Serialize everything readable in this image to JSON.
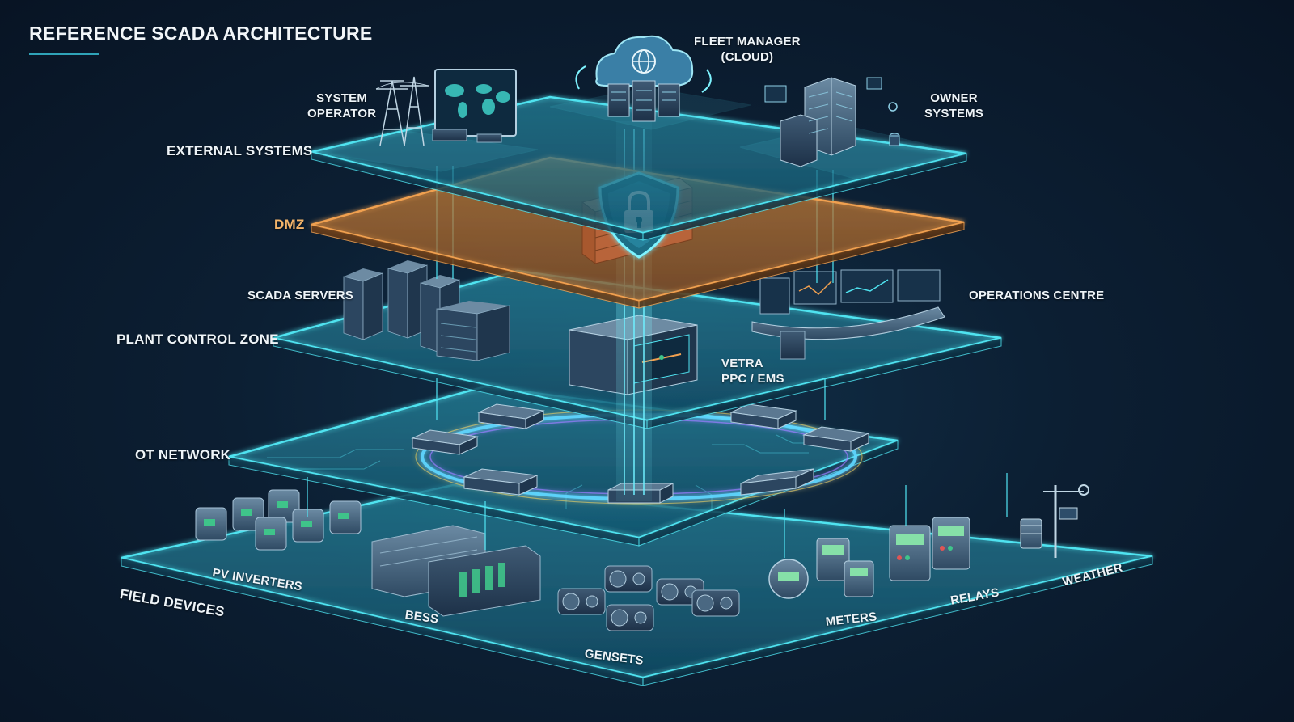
{
  "title": "REFERENCE SCADA ARCHITECTURE",
  "layers": {
    "external": "EXTERNAL SYSTEMS",
    "dmz": "DMZ",
    "plant": "PLANT CONTROL ZONE",
    "ot": "OT NETWORK",
    "field": "FIELD DEVICES"
  },
  "components": {
    "system_operator": [
      "SYSTEM",
      "OPERATOR"
    ],
    "fleet_manager": [
      "FLEET MANAGER",
      "(CLOUD)"
    ],
    "owner_systems": [
      "OWNER",
      "SYSTEMS"
    ],
    "scada_servers": "SCADA SERVERS",
    "operations_centre": "OPERATIONS CENTRE",
    "vetra": [
      "VETRA",
      "PPC / EMS"
    ],
    "pv_inverters": "PV INVERTERS",
    "bess": "BESS",
    "gensets": "GENSETS",
    "meters": "METERS",
    "relays": "RELAYS",
    "weather": "WEATHER"
  },
  "colors": {
    "background": "#0b1a2a",
    "layer_edge": "#4fe3f0",
    "layer_fill": "#1d6f86",
    "dmz_edge": "#f0a050",
    "dmz_fill": "#c9782f",
    "link": "#52e6f5"
  },
  "icons": [
    "cloud-server-icon",
    "transmission-tower-icon",
    "world-map-monitor-icon",
    "city-buildings-icon",
    "shield-lock-icon",
    "firewall-brick-icon",
    "server-rack-icon",
    "control-desk-icon",
    "ppc-controller-icon",
    "network-switch-icon",
    "inverter-icon",
    "battery-container-icon",
    "generator-icon",
    "meter-icon",
    "relay-icon",
    "weather-station-icon"
  ]
}
